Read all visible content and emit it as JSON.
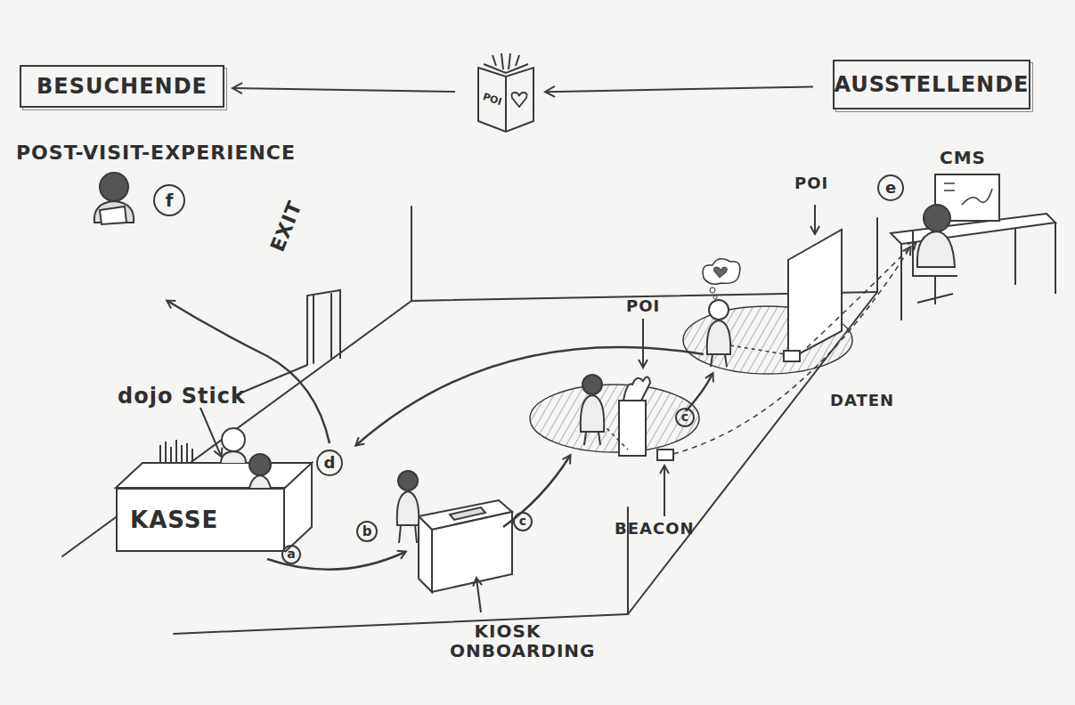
{
  "diagram": {
    "nodes": [
      {
        "text": [
          "BESUCHENDE"
        ]
      },
      {
        "text": [
          "POI"
        ]
      },
      {
        "text": [
          "AUSSTELLENDE"
        ]
      },
      {
        "text": [
          "KASSE"
        ]
      }
    ],
    "edges": [
      {
        "from": 2,
        "to": 1,
        "arrow": "to"
      },
      {
        "from": 1,
        "to": 0,
        "arrow": "to"
      }
    ],
    "labels": [
      "POST-VISIT-EXPERIENCE",
      "f",
      "EXIT",
      "CMS",
      "POI",
      "e",
      "POI",
      "DATEN",
      "BEACON",
      "dojo Stick",
      "a",
      "b",
      "c",
      "c",
      "d",
      "KIOSK ONBOARDING"
    ]
  }
}
